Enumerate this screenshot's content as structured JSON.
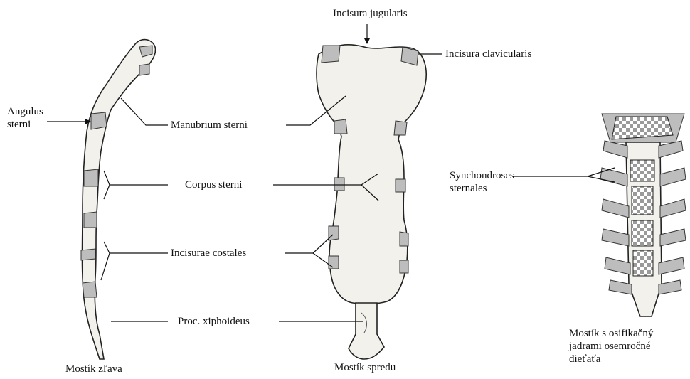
{
  "labels": {
    "incisura_jugularis": "Incisura jugularis",
    "incisura_clavicularis": "Incisura clavicularis",
    "angulus_sterni": "Angulus\nsterni",
    "manubrium_sterni": "Manubrium sterni",
    "corpus_sterni": "Corpus sterni",
    "incisurae_costales": "Incisurae costales",
    "proc_xiphoideus": "Proc. xiphoideus",
    "synchondroses_sternales": "Synchondroses\nsternales"
  },
  "captions": {
    "left_view": "Mostík zľava",
    "front_view": "Mostík spredu",
    "child_view": "Mostík s osifikačný\njadrami osemročné\ndieťaťa"
  },
  "colors": {
    "bone_fill": "#f3f1ec",
    "cartilage": "#bdbdbd",
    "line": "#111111"
  }
}
